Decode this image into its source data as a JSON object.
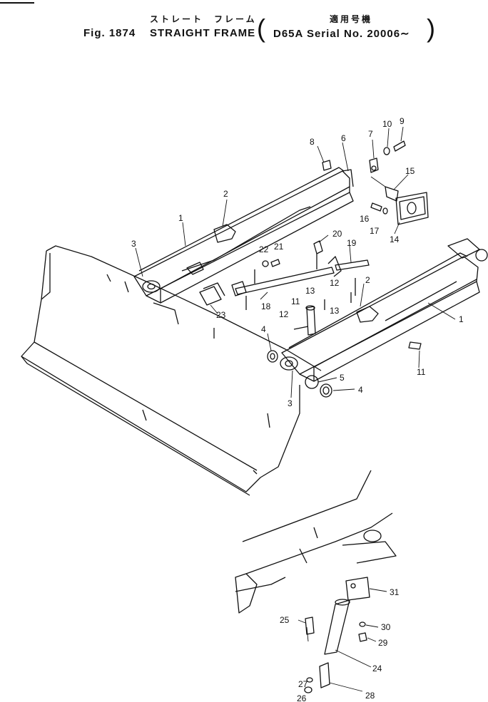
{
  "header": {
    "title_jp": "ストレート　フレーム",
    "fig_label": "Fig. 1874",
    "title_en": "STRAIGHT FRAME",
    "applicable_jp": "適用号機",
    "serial_text": "D65A Serial No. 20006∼"
  },
  "callouts": [
    {
      "id": "c1a",
      "text": "1"
    },
    {
      "id": "c1b",
      "text": "1"
    },
    {
      "id": "c2a",
      "text": "2"
    },
    {
      "id": "c2b",
      "text": "2"
    },
    {
      "id": "c3a",
      "text": "3"
    },
    {
      "id": "c3b",
      "text": "3"
    },
    {
      "id": "c4a",
      "text": "4"
    },
    {
      "id": "c4b",
      "text": "4"
    },
    {
      "id": "c5",
      "text": "5"
    },
    {
      "id": "c6",
      "text": "6"
    },
    {
      "id": "c7",
      "text": "7"
    },
    {
      "id": "c8",
      "text": "8"
    },
    {
      "id": "c9",
      "text": "9"
    },
    {
      "id": "c10",
      "text": "10"
    },
    {
      "id": "c11a",
      "text": "11"
    },
    {
      "id": "c11b",
      "text": "11"
    },
    {
      "id": "c12a",
      "text": "12"
    },
    {
      "id": "c12b",
      "text": "12"
    },
    {
      "id": "c13a",
      "text": "13"
    },
    {
      "id": "c13b",
      "text": "13"
    },
    {
      "id": "c14",
      "text": "14"
    },
    {
      "id": "c15",
      "text": "15"
    },
    {
      "id": "c16",
      "text": "16"
    },
    {
      "id": "c17",
      "text": "17"
    },
    {
      "id": "c18",
      "text": "18"
    },
    {
      "id": "c19",
      "text": "19"
    },
    {
      "id": "c20",
      "text": "20"
    },
    {
      "id": "c21",
      "text": "21"
    },
    {
      "id": "c22",
      "text": "22"
    },
    {
      "id": "c23",
      "text": "23"
    },
    {
      "id": "c24",
      "text": "24"
    },
    {
      "id": "c25",
      "text": "25"
    },
    {
      "id": "c26",
      "text": "26"
    },
    {
      "id": "c27",
      "text": "27"
    },
    {
      "id": "c28",
      "text": "28"
    },
    {
      "id": "c29",
      "text": "29"
    },
    {
      "id": "c30",
      "text": "30"
    },
    {
      "id": "c31",
      "text": "31"
    }
  ]
}
